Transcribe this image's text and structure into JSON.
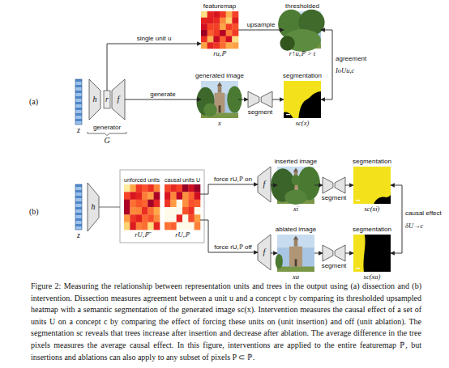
{
  "diagram": {
    "caption": "Figure 2: Measuring the relationship between representation units and trees in the output using (a) dissection and (b) intervention. Dissection measures agreement between a unit u and a concept c by comparing its thresholded upsampled heatmap with a semantic segmentation of the generated image sc(x). Intervention measures the causal effect of a set of units U on a concept c by comparing the effect of forcing these units on (unit insertion) and off (unit ablation). The segmentation sc reveals that trees increase after insertion and decrease after ablation. The average difference in the tree pixels measures the average causal effect. In this figure, interventions are applied to the entire featuremap ℙ, but insertions and ablations can also apply to any subset of pixels P ⊂ ℙ.",
    "nodes": [
      {
        "text": [
          "z"
        ]
      },
      {
        "text": [
          "generator",
          "G"
        ]
      },
      {
        "text": [
          "h"
        ],
        "in": 1
      },
      {
        "text": [
          "r"
        ],
        "in": 1
      },
      {
        "text": [
          "f"
        ],
        "in": 1
      },
      {
        "text": [
          "featuremap",
          "ru,ℙ"
        ]
      },
      {
        "text": [
          "thresholded",
          "r↑u,ℙ > t"
        ]
      },
      {
        "text": [
          "generated image",
          "x"
        ]
      },
      {
        "text": [
          "segment"
        ]
      },
      {
        "text": [
          "segmentation",
          "sc(x)"
        ]
      },
      {
        "text": [
          "z"
        ]
      },
      {
        "text": [
          "h"
        ]
      },
      {
        "text": [
          "unforced units",
          "rU,ℙ̄"
        ]
      },
      {
        "text": [
          "causal units U",
          "rU,ℙ"
        ]
      },
      {
        "text": [
          "f"
        ]
      },
      {
        "text": [
          "inserted image",
          "xi"
        ]
      },
      {
        "text": [
          "segment"
        ]
      },
      {
        "text": [
          "segmentation",
          "sc(xi)"
        ]
      },
      {
        "text": [
          "f"
        ]
      },
      {
        "text": [
          "ablated image",
          "xa"
        ]
      },
      {
        "text": [
          "segment"
        ]
      },
      {
        "text": [
          "segmentation",
          "sc(xa)"
        ]
      }
    ],
    "edges": [
      {
        "from": 3,
        "to": 5,
        "label": "single unit u",
        "arrow": "to"
      },
      {
        "from": 5,
        "to": 6,
        "label": "upsample",
        "arrow": "to"
      },
      {
        "from": 4,
        "to": 7,
        "label": "generate",
        "arrow": "to"
      },
      {
        "from": 7,
        "to": 8,
        "arrow": "to"
      },
      {
        "from": 8,
        "to": 9,
        "arrow": "to"
      },
      {
        "from": 6,
        "to": 9,
        "label": "agreement",
        "arrow": "both"
      },
      {
        "from": 13,
        "to": 14,
        "label": "force rU,ℙ on",
        "arrow": "to"
      },
      {
        "from": 13,
        "to": 18,
        "label": "force rU,ℙ off",
        "arrow": "to"
      },
      {
        "from": 14,
        "to": 15,
        "arrow": "to"
      },
      {
        "from": 15,
        "to": 16,
        "arrow": "to"
      },
      {
        "from": 16,
        "to": 17,
        "arrow": "to"
      },
      {
        "from": 18,
        "to": 19,
        "arrow": "to"
      },
      {
        "from": 19,
        "to": 20,
        "arrow": "to"
      },
      {
        "from": 20,
        "to": 21,
        "arrow": "to"
      },
      {
        "from": 17,
        "to": 21,
        "label": "causal effect",
        "arrow": "both"
      }
    ],
    "labels": [
      "(a)",
      "IoUu,c",
      "(b)",
      "δU→c"
    ]
  }
}
